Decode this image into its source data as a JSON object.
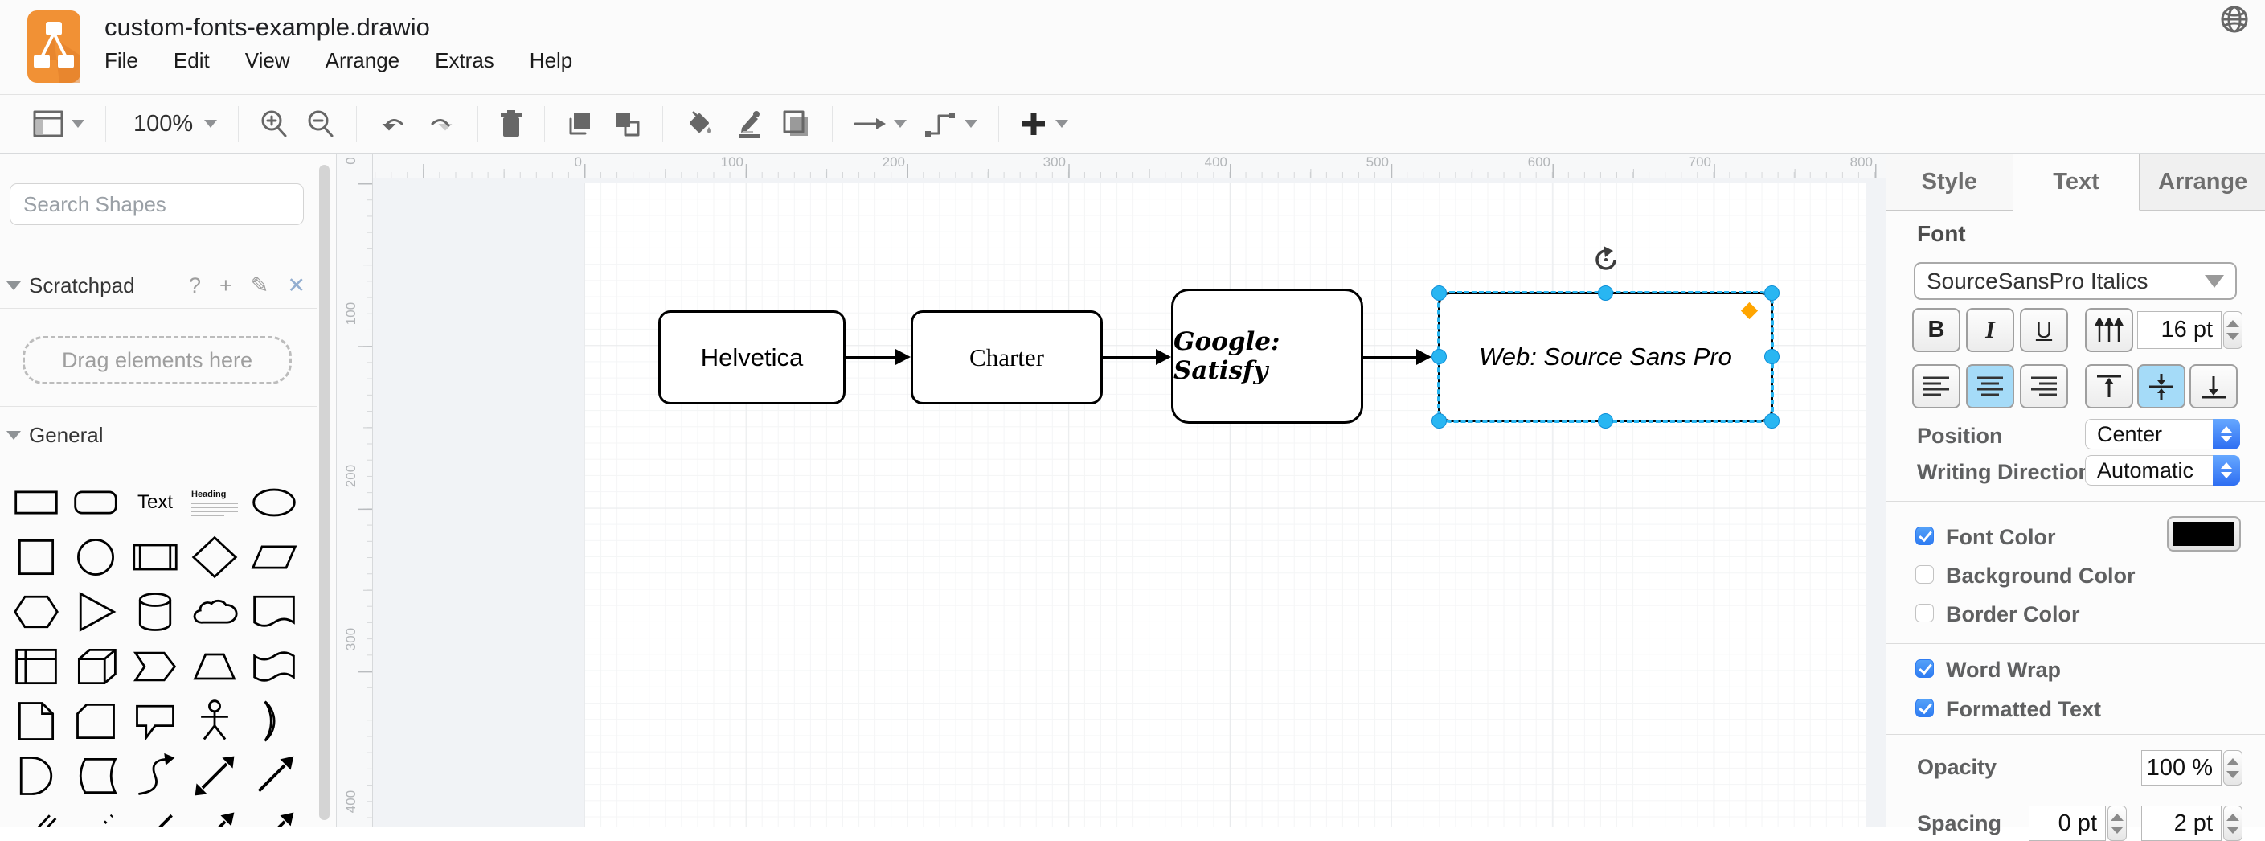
{
  "header": {
    "title": "custom-fonts-example.drawio",
    "menus": [
      "File",
      "Edit",
      "View",
      "Arrange",
      "Extras",
      "Help"
    ]
  },
  "toolbar": {
    "zoom_level": "100%"
  },
  "sidebar": {
    "search_placeholder": "Search Shapes",
    "scratchpad": {
      "title": "Scratchpad",
      "help_glyph": "?",
      "add_glyph": "+",
      "edit_glyph": "✎",
      "close_glyph": "✕",
      "drag_hint": "Drag elements here"
    },
    "general_title": "General",
    "text_shape_label": "Text",
    "textbox_heading": "Heading",
    "shapes": [
      "rectangle",
      "rounded-rectangle",
      "text",
      "textbox",
      "ellipse",
      "square",
      "circle",
      "process",
      "diamond",
      "parallelogram",
      "hexagon",
      "triangle",
      "cylinder",
      "cloud",
      "document",
      "internal-storage",
      "cube",
      "step",
      "trapezoid",
      "tape",
      "note",
      "card",
      "callout",
      "actor",
      "or",
      "and",
      "data-storage",
      "curve",
      "bidirectional-arrow",
      "arrow",
      "link",
      "dotted-line",
      "line",
      "directional-arrow",
      "thin-arrow"
    ]
  },
  "canvas": {
    "h_ruler_labels": [
      "0",
      "100",
      "200",
      "300",
      "400",
      "500",
      "600",
      "700",
      "800"
    ],
    "v_ruler_labels": [
      "0",
      "100",
      "200",
      "300",
      "400"
    ],
    "nodes": [
      {
        "label": "Helvetica",
        "selected": false
      },
      {
        "label": "Charter",
        "selected": false
      },
      {
        "label": "Google: Satisfy",
        "selected": false
      },
      {
        "label": "Web: Source Sans Pro",
        "selected": true
      }
    ]
  },
  "panel": {
    "tabs": [
      "Style",
      "Text",
      "Arrange"
    ],
    "active_tab": "Text",
    "font_section_label": "Font",
    "font_family": "SourceSansPro Italics",
    "bold_glyph": "B",
    "italic_glyph": "I",
    "underline_glyph": "U",
    "font_size_value": "16 pt",
    "position_label": "Position",
    "position_value": "Center",
    "writing_direction_label": "Writing Direction",
    "writing_direction_value": "Automatic",
    "checks": {
      "font_color": {
        "label": "Font Color",
        "checked": true
      },
      "background_color": {
        "label": "Background Color",
        "checked": false
      },
      "border_color": {
        "label": "Border Color",
        "checked": false
      },
      "word_wrap": {
        "label": "Word Wrap",
        "checked": true
      },
      "formatted_text": {
        "label": "Formatted Text",
        "checked": true
      }
    },
    "font_color_swatch": "#000000",
    "opacity_label": "Opacity",
    "opacity_value": "100 %",
    "spacing_label": "Spacing",
    "spacing_value_1": "0 pt",
    "spacing_value_2": "2 pt"
  },
  "colors": {
    "selection_blue": "#29b6f2",
    "active_control_blue": "#a5dbf8",
    "macos_control_blue": "#3d7ef5",
    "logo_orange": "#f08705",
    "rotate_handle_orange": "#ffa500"
  }
}
